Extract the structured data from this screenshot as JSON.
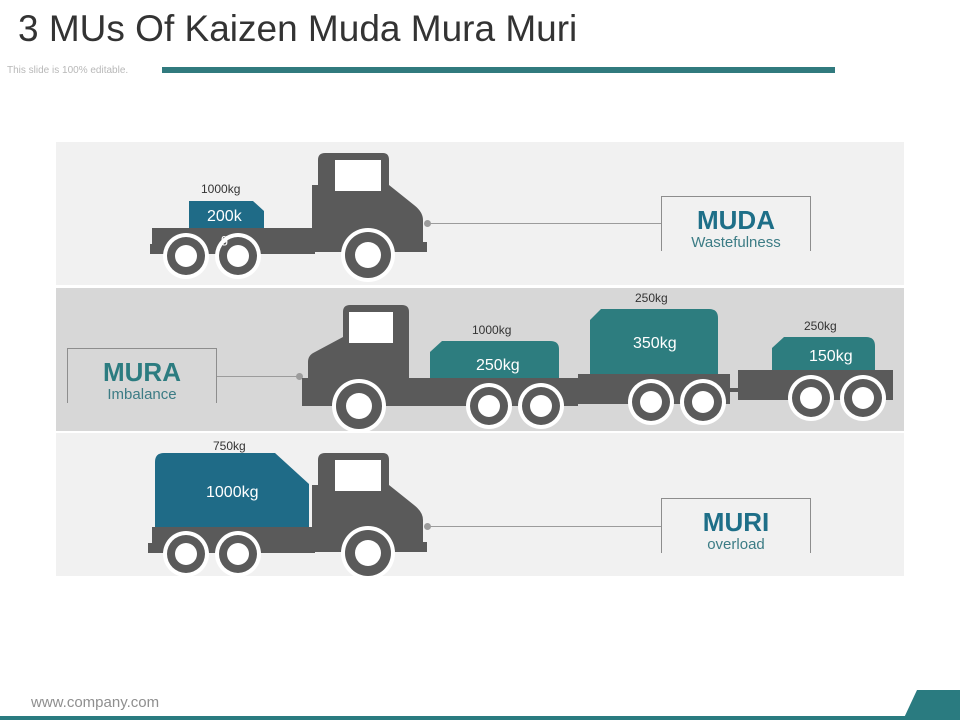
{
  "slide": {
    "title": "3 MUs Of Kaizen Muda Mura Muri",
    "subtitle": "This slide is 100% editable.",
    "footer": "www.company.com"
  },
  "colors": {
    "truck": "#5a5a5a",
    "load_blue": "#1f6b87",
    "load_teal": "#2d7d7f",
    "accent": "#317a7e"
  },
  "muda": {
    "label": "MUDA",
    "description": "Wastefulness",
    "capacity": "1000kg",
    "load_line1": "200k",
    "load_line2": "g"
  },
  "mura": {
    "label": "MURA",
    "description": "Imbalance",
    "trailers": [
      {
        "capacity": "1000kg",
        "load": "250kg"
      },
      {
        "capacity": "250kg",
        "load": "350kg"
      },
      {
        "capacity": "250kg",
        "load": "150kg"
      }
    ]
  },
  "muri": {
    "label": "MURI",
    "description": "overload",
    "capacity": "750kg",
    "load": "1000kg"
  }
}
